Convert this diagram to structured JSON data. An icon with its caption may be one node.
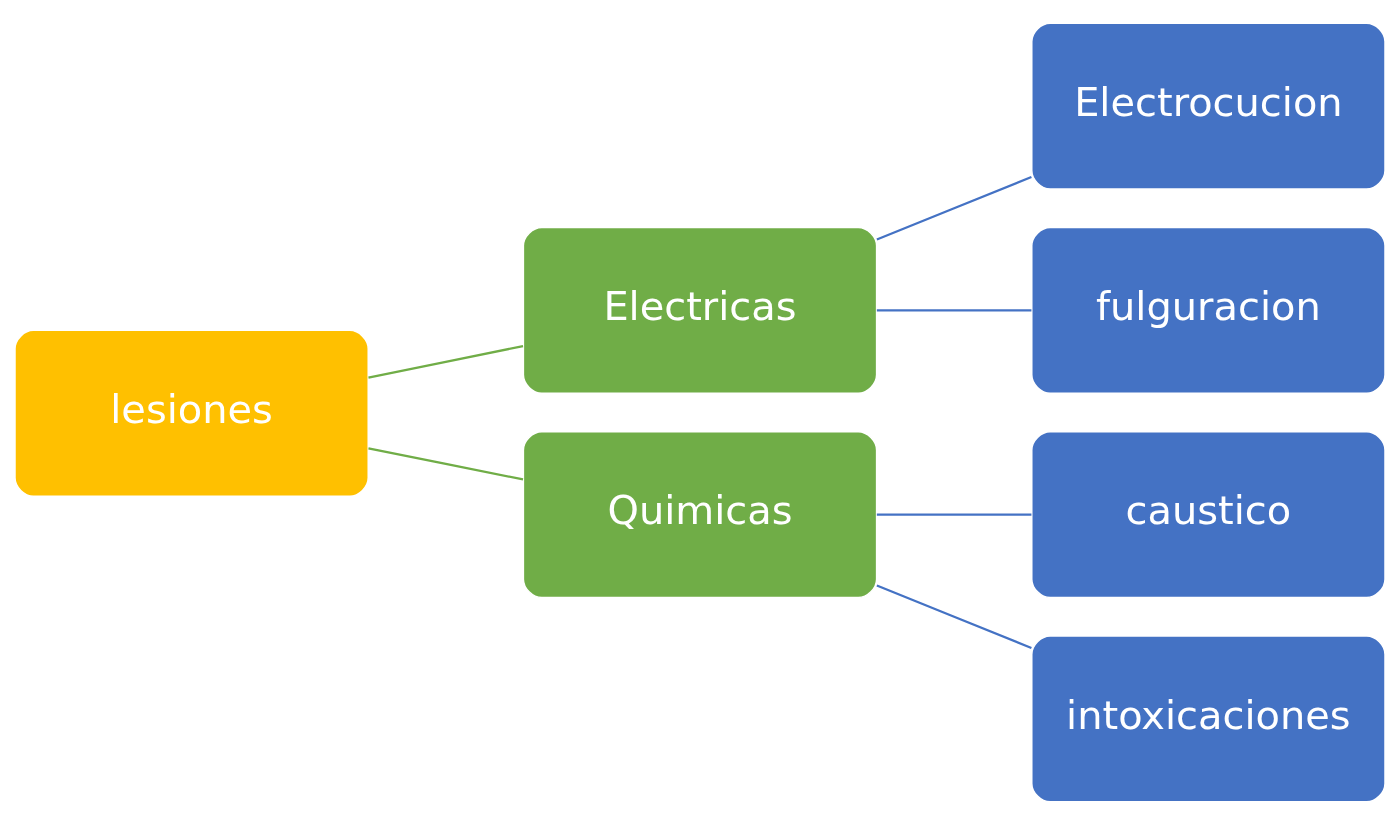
{
  "diagram": {
    "nodes": [
      {
        "text": [
          "lesiones"
        ]
      },
      {
        "text": [
          "Electricas"
        ]
      },
      {
        "text": [
          "Quimicas"
        ]
      },
      {
        "text": [
          "Electrocucion"
        ]
      },
      {
        "text": [
          "fulguracion"
        ]
      },
      {
        "text": [
          "caustico"
        ]
      },
      {
        "text": [
          "intoxicaciones"
        ]
      }
    ],
    "edges": [
      {
        "from": 0,
        "to": 1,
        "arrow": "none",
        "color": "#70ad47"
      },
      {
        "from": 0,
        "to": 2,
        "arrow": "none",
        "color": "#70ad47"
      },
      {
        "from": 1,
        "to": 3,
        "arrow": "none"
      },
      {
        "from": 1,
        "to": 4,
        "arrow": "none"
      },
      {
        "from": 2,
        "to": 5,
        "arrow": "none"
      },
      {
        "from": 2,
        "to": 6,
        "arrow": "none"
      }
    ]
  }
}
